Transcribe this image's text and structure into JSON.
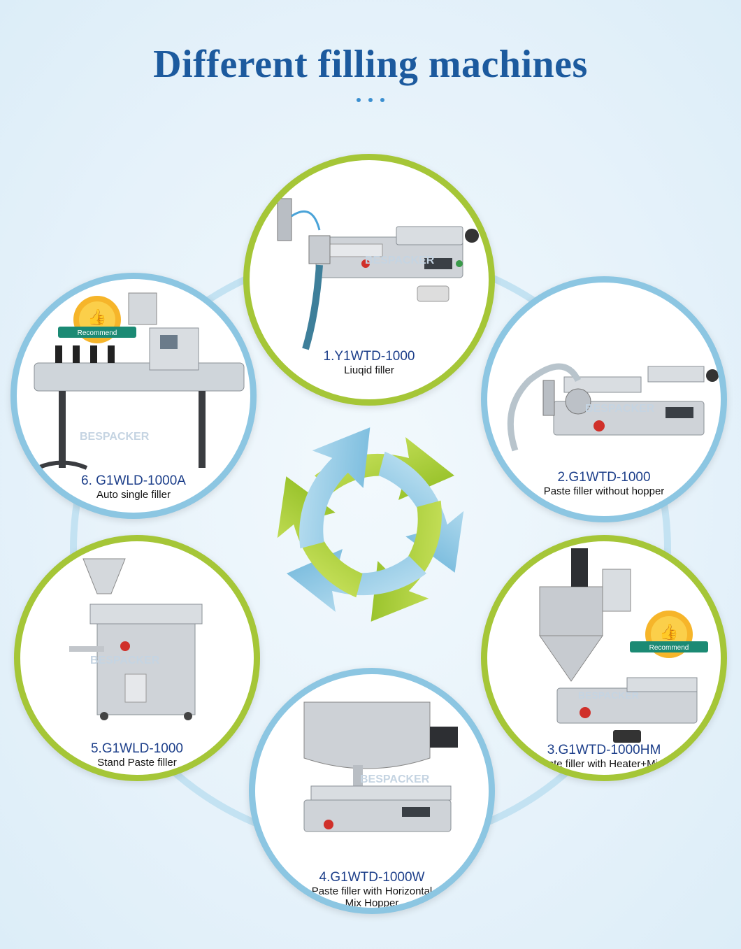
{
  "title": "Different filling machines",
  "badge_label": "Recommend",
  "watermark": "BESPACKER",
  "colors": {
    "title": "#1c5a9e",
    "green": "#a5c637",
    "blue": "#8cc6e2",
    "model_text": "#1d3f8a"
  },
  "machines": [
    {
      "model": "1.Y1WTD-1000",
      "desc": "Liuqid filler"
    },
    {
      "model": "2.G1WTD-1000",
      "desc": "Paste filler without hopper"
    },
    {
      "model": "3.G1WTD-1000HM",
      "desc": "Paste filler with Heater+Mixer"
    },
    {
      "model": "4.G1WTD-1000W",
      "desc_line1": "Paste filler with Horizontal",
      "desc_line2": "Mix Hopper"
    },
    {
      "model": "5.G1WLD-1000",
      "desc": "Stand Paste filler"
    },
    {
      "model": "6. G1WLD-1000A",
      "desc": "Auto single filler"
    }
  ]
}
